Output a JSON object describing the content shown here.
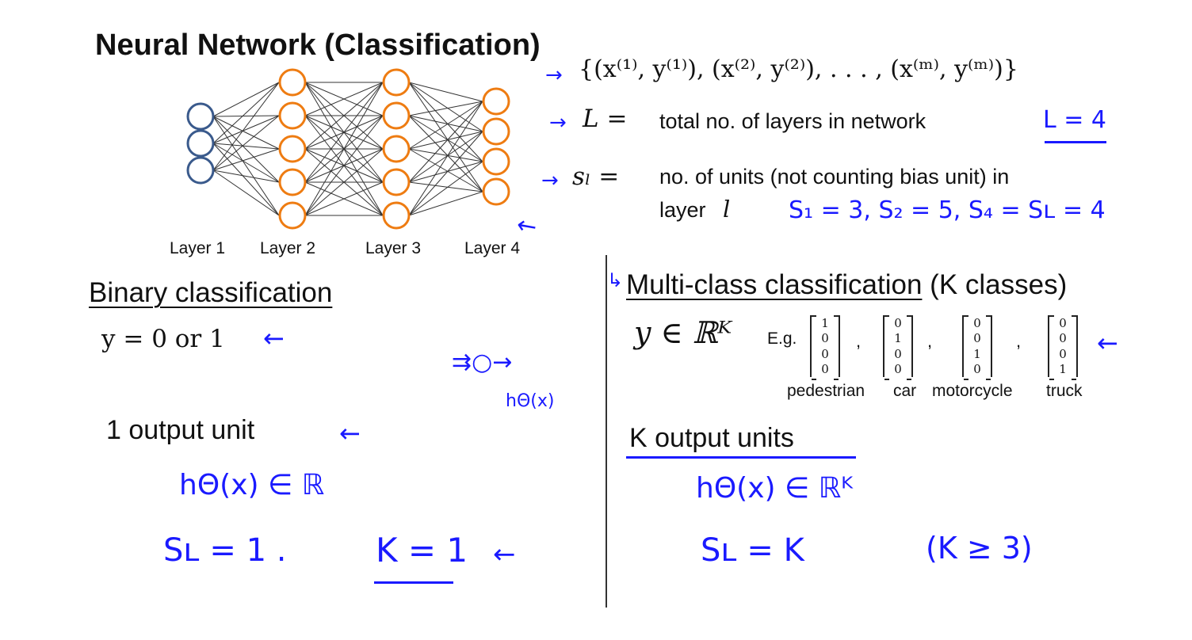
{
  "title": "Neural Network (Classification)",
  "network": {
    "layers": [
      {
        "label": "Layer 1",
        "units": 3,
        "color": "#3a5a8c"
      },
      {
        "label": "Layer 2",
        "units": 5,
        "color": "#ee7c12"
      },
      {
        "label": "Layer 3",
        "units": 5,
        "color": "#ee7c12"
      },
      {
        "label": "Layer 4",
        "units": 4,
        "color": "#ee7c12"
      }
    ]
  },
  "definitions": {
    "training_set": "{(x⁽¹⁾, y⁽¹⁾), (x⁽²⁾, y⁽²⁾), . . . , (x⁽ᵐ⁾, y⁽ᵐ⁾)}",
    "L_symbol": "L =",
    "L_desc": "total no. of layers in network",
    "L_note": "L = 4",
    "s_symbol": "sₗ =",
    "s_desc_line1": "no. of units (not counting bias unit) in",
    "s_desc_line2": "layer",
    "s_desc_var": "l",
    "s_note": "S₁ = 3,  S₂ = 5,  S₄ = Sʟ = 4"
  },
  "binary": {
    "title": "Binary classification",
    "y_expr": "y = 0 or 1",
    "output": "1 output unit",
    "h_note": "hΘ(x) ∈ ℝ",
    "sl_note": "Sʟ = 1 .",
    "k_note": "K = 1",
    "side_note": "hΘ(x)"
  },
  "multi": {
    "title": "Multi-class classification",
    "title_suffix": "(K classes)",
    "y_expr": "y ∈ ℝᴷ",
    "eg": "E.g.",
    "vectors": [
      {
        "values": [
          "1",
          "0",
          "0",
          "0"
        ],
        "label": "pedestrian"
      },
      {
        "values": [
          "0",
          "1",
          "0",
          "0"
        ],
        "label": "car"
      },
      {
        "values": [
          "0",
          "0",
          "1",
          "0"
        ],
        "label": "motorcycle"
      },
      {
        "values": [
          "0",
          "0",
          "0",
          "1"
        ],
        "label": "truck"
      }
    ],
    "output": "K output units",
    "h_note": "hΘ(x) ∈ ℝᴷ",
    "sl_note": "Sʟ = K",
    "k_note": "(K ≥ 3)"
  },
  "colors": {
    "ink": "#1a1aff",
    "orange": "#ee7c12",
    "blue_node": "#3a5a8c"
  }
}
